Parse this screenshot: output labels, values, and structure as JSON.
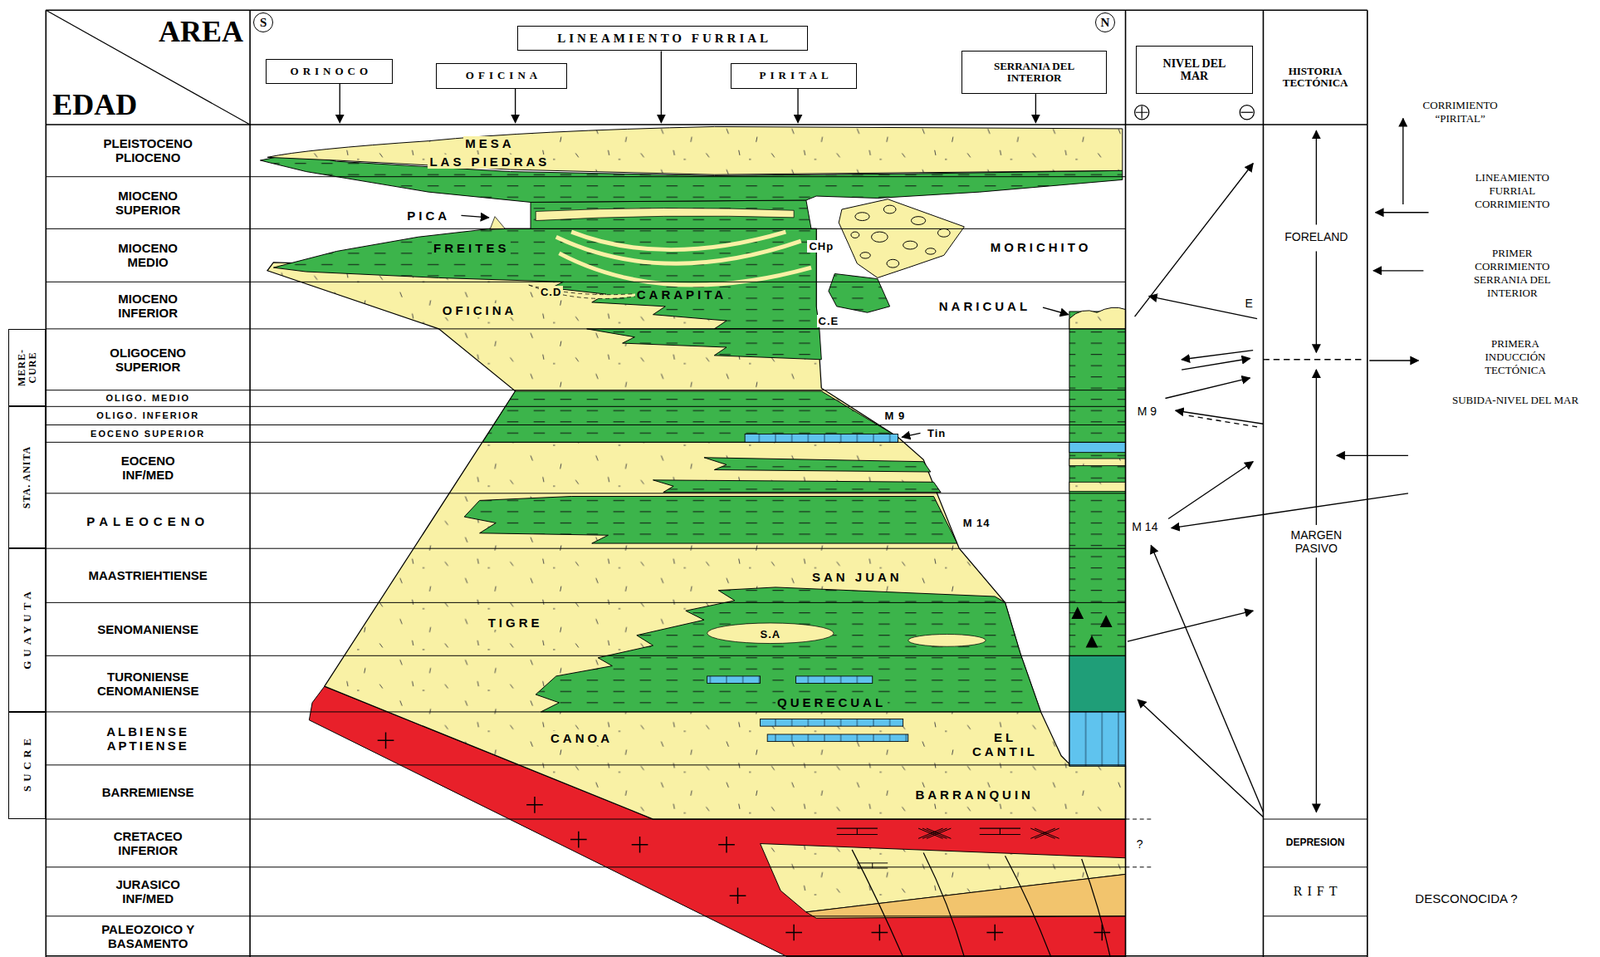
{
  "diagram": {
    "nodes": [
      {
        "text": [
          "AREA",
          "EDAD"
        ]
      },
      {
        "text": [
          "S"
        ]
      },
      {
        "text": [
          "LINEAMIENTO FURRIAL"
        ]
      },
      {
        "text": [
          "N"
        ]
      },
      {
        "text": [
          "ORINOCO"
        ]
      },
      {
        "text": [
          "OFICINA"
        ]
      },
      {
        "text": [
          "PIRITAL"
        ]
      },
      {
        "text": [
          "SERRANIA DEL INTERIOR"
        ]
      },
      {
        "text": [
          "NIVEL DEL MAR"
        ]
      },
      {
        "text": [
          "HISTORIA TECTÓNICA"
        ]
      },
      {
        "text": [
          "MERE- CURE"
        ]
      },
      {
        "text": [
          "STA. ANITA"
        ]
      },
      {
        "text": [
          "GUAYUTA"
        ]
      },
      {
        "text": [
          "SUCRE"
        ]
      },
      {
        "text": [
          "DEPRESION"
        ]
      },
      {
        "text": [
          "RIFT"
        ]
      }
    ],
    "labels": [
      "PLEISTOCENO PLIOCENO",
      "MIOCENO SUPERIOR",
      "MIOCENO MEDIO",
      "MIOCENO INFERIOR",
      "OLIGOCENO SUPERIOR",
      "OLIGO. MEDIO",
      "OLIGO. INFERIOR",
      "EOCENO SUPERIOR",
      "EOCENO INF/MED",
      "PALEOCENO",
      "MAASTRIEHTIENSE",
      "SENOMANIENSE",
      "TURONIENSE CENOMANIENSE",
      "ALBIENSE APTIENSE",
      "BARREMIENSE",
      "CRETACEO INFERIOR",
      "JURASICO INF/MED",
      "PALEOZOICO Y BASAMENTO",
      "MESA",
      "LAS PIEDRAS",
      "PICA",
      "FREITES",
      "C.D",
      "CARAPITA",
      "CHp",
      "MORICHITO",
      "OFICINA",
      "C.E",
      "NARICUAL",
      "M 9",
      "Tin",
      "M 14",
      "SAN JUAN",
      "TIGRE",
      "S.A",
      "QUERECUAL",
      "CANOA",
      "EL CANTIL",
      "BARRANQUIN",
      "?",
      "E",
      "M 9",
      "M 14",
      "FORELAND",
      "MARGEN PASIVO",
      "CORRIMIENTO “PIRITAL”",
      "LINEAMIENTO FURRIAL CORRIMIENTO",
      "PRIMER CORRIMIENTO SERRANIA DEL INTERIOR",
      "PRIMERA INDUCCIÓN TECTÓNICA",
      "SUBIDA-NIVEL DEL MAR",
      "DESCONOCIDA ?"
    ]
  }
}
